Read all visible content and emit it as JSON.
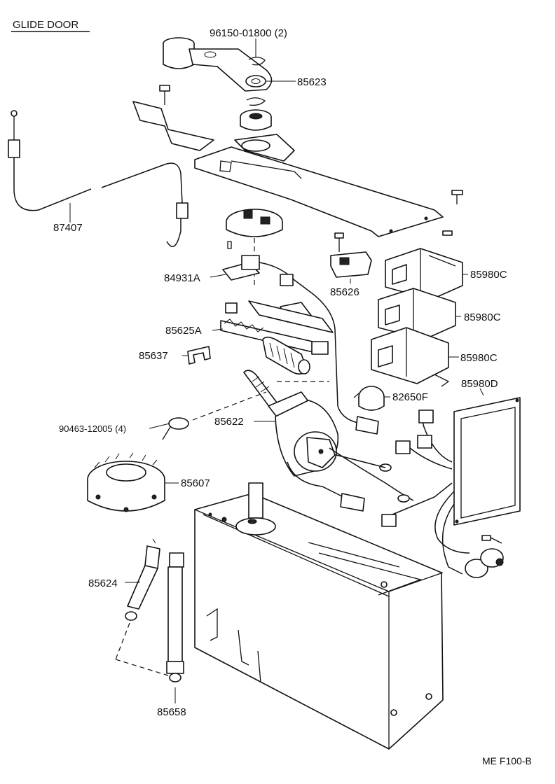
{
  "header": {
    "title": "GLIDE DOOR"
  },
  "footer": {
    "code": "ME F100-B"
  },
  "parts": {
    "p96150": "96150-01800 (2)",
    "p85623": "85623",
    "p87407": "87407",
    "p84931A": "84931A",
    "p85626": "85626",
    "p85980C_1": "85980C",
    "p85980C_2": "85980C",
    "p85980C_3": "85980C",
    "p85625A": "85625A",
    "p85637": "85637",
    "p82650F": "82650F",
    "p85980D": "85980D",
    "p90463": "90463-12005 (4)",
    "p85622": "85622",
    "p85607": "85607",
    "p85624": "85624",
    "p85658": "85658"
  }
}
